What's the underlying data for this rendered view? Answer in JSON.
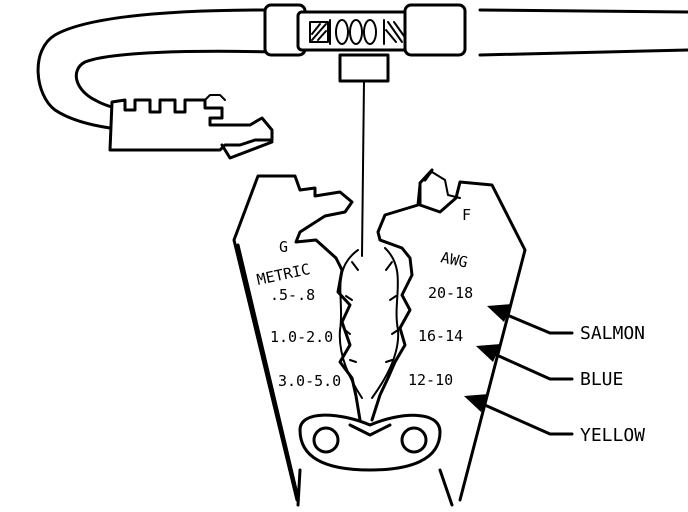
{
  "labels": {
    "g": "G",
    "f": "F",
    "metric": "METRIC",
    "awg": "AWG",
    "metric_sizes": [
      ".5-.8",
      "1.0-2.0",
      "3.0-5.0"
    ],
    "awg_sizes": [
      "20-18",
      "16-14",
      "12-10"
    ]
  },
  "legend": [
    "SALMON",
    "BLUE",
    "YELLOW"
  ]
}
